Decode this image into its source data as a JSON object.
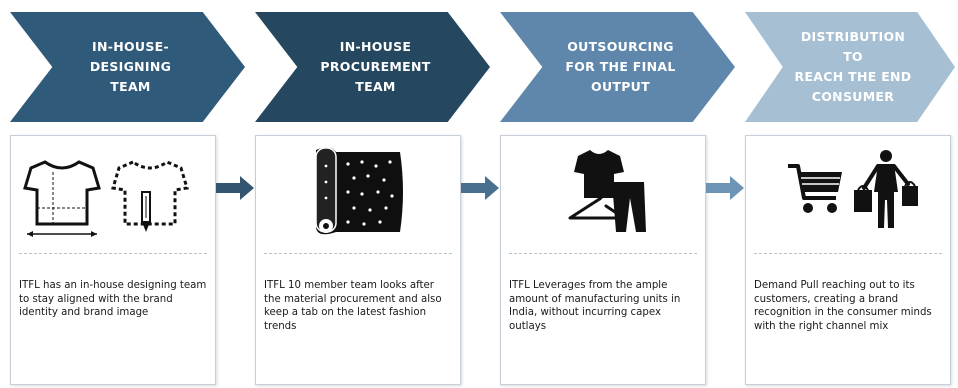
{
  "stages": [
    {
      "title": "IN-HOUSE-\nDESIGNING\nTEAM",
      "color": "#2f5a7a",
      "description": "ITFL has an in-house designing team to stay aligned with the brand identity and brand image",
      "icons": [
        "tshirt-measure-icon",
        "tshirt-pattern-pencil-icon"
      ]
    },
    {
      "title": "IN-HOUSE\nPROCUREMENT\nTEAM",
      "color": "#25475f",
      "description": "ITFL 10 member team looks after the material procurement and also keep a tab on the latest fashion trends",
      "icons": [
        "fabric-roll-icon"
      ]
    },
    {
      "title": "OUTSOURCING\nFOR THE FINAL\nOUTPUT",
      "color": "#5f87ab",
      "description": "ITFL Leverages from the ample amount of manufacturing units in India, without incurring capex outlays",
      "icons": [
        "clothes-hanger-icon"
      ]
    },
    {
      "title": "DISTRIBUTION TO\nREACH THE END\nCONSUMER",
      "color": "#a6bfd3",
      "description": "Demand Pull reaching out to its customers, creating a brand recognition in the consumer minds with the right channel mix",
      "icons": [
        "shopping-cart-icon",
        "shopper-with-bags-icon"
      ]
    }
  ],
  "connector_arrow_colors": [
    "#33556f",
    "#4a7090",
    "#6d94b6"
  ]
}
